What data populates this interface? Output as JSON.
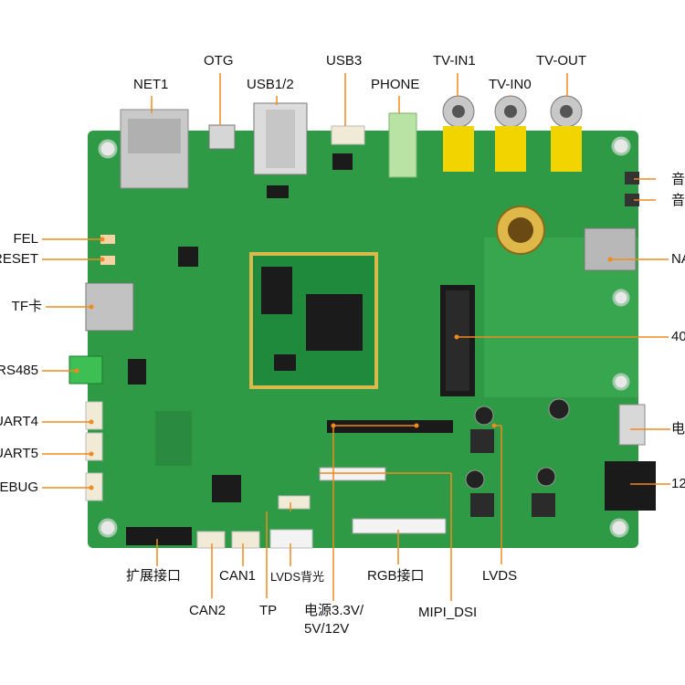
{
  "labels": {
    "net1": "NET1",
    "otg": "OTG",
    "usb12": "USB1/2",
    "usb3": "USB3",
    "phone": "PHONE",
    "tvin1": "TV-IN1",
    "tvin0": "TV-IN0",
    "tvout": "TV-OUT",
    "yin1": "音",
    "yin2": "音",
    "na": "NA",
    "n40": "40",
    "dian": "电",
    "n12": "12",
    "fel": "FEL",
    "reset": "RESET",
    "tf": "TF卡",
    "rs485": "RS485",
    "uart4": "UART4",
    "uart5": "UART5",
    "debug": "EBUG",
    "expand": "扩展接口",
    "can1": "CAN1",
    "lvds_bl": "LVDS背光",
    "rgb": "RGB接口",
    "lvds": "LVDS",
    "can2": "CAN2",
    "tp": "TP",
    "power_line1": "电源3.3V/",
    "power_line2": "5V/12V",
    "mipi": "MIPI_DSI"
  },
  "colors": {
    "board": "#2e9a45",
    "board_dark": "#1f7a33",
    "leader": "#f08a1e",
    "rca_yellow": "#f2d400"
  }
}
